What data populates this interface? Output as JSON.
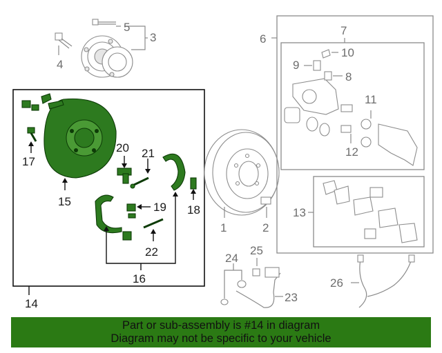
{
  "callouts": {
    "c1": "1",
    "c2": "2",
    "c3": "3",
    "c4": "4",
    "c5": "5",
    "c6": "6",
    "c7": "7",
    "c8": "8",
    "c9": "9",
    "c10": "10",
    "c11": "11",
    "c12": "12",
    "c13": "13",
    "c14": "14",
    "c15": "15",
    "c16": "16",
    "c17": "17",
    "c18": "18",
    "c19": "19",
    "c20": "20",
    "c21": "21",
    "c22": "22",
    "c23": "23",
    "c24": "24",
    "c25": "25",
    "c26": "26"
  },
  "highlight_color": "#2b7a14",
  "footer": {
    "line1": "Part or sub-assembly is #14 in diagram",
    "line2": "Diagram may not be specific to your vehicle"
  }
}
